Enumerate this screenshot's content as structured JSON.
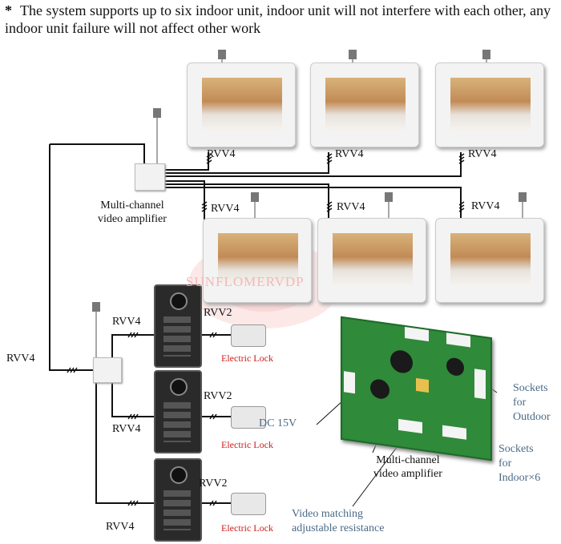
{
  "note": {
    "bullet": "*",
    "text": "The system supports up to six indoor unit, indoor unit will not interfere with each other, any indoor unit failure will not affect other work"
  },
  "labels": {
    "rvv4": "RVV4",
    "rvv2": "RVV2",
    "electric_lock": "Electric Lock",
    "dc": "DC 15V",
    "amp_line1": "Multi-channel",
    "amp_line2": "video amplifier",
    "sockets_outdoor": [
      "Sockets",
      "for",
      "Outdoor"
    ],
    "sockets_indoor": [
      "Sockets",
      "for",
      "Indoor×6"
    ],
    "video_matching": [
      "Video matching",
      "adjustable resistance"
    ],
    "watermark": "SUNFLOMERVDP"
  },
  "colors": {
    "wire": "#111111",
    "lead": "#8a8a8a",
    "monitor_frame": "#f3f3f3",
    "screen_bg": "#c9a06a",
    "pcb": "#2f8a3a",
    "red_label": "#d0201c",
    "blue_label": "#4a6a86",
    "watermark": "#f4b8b8"
  }
}
